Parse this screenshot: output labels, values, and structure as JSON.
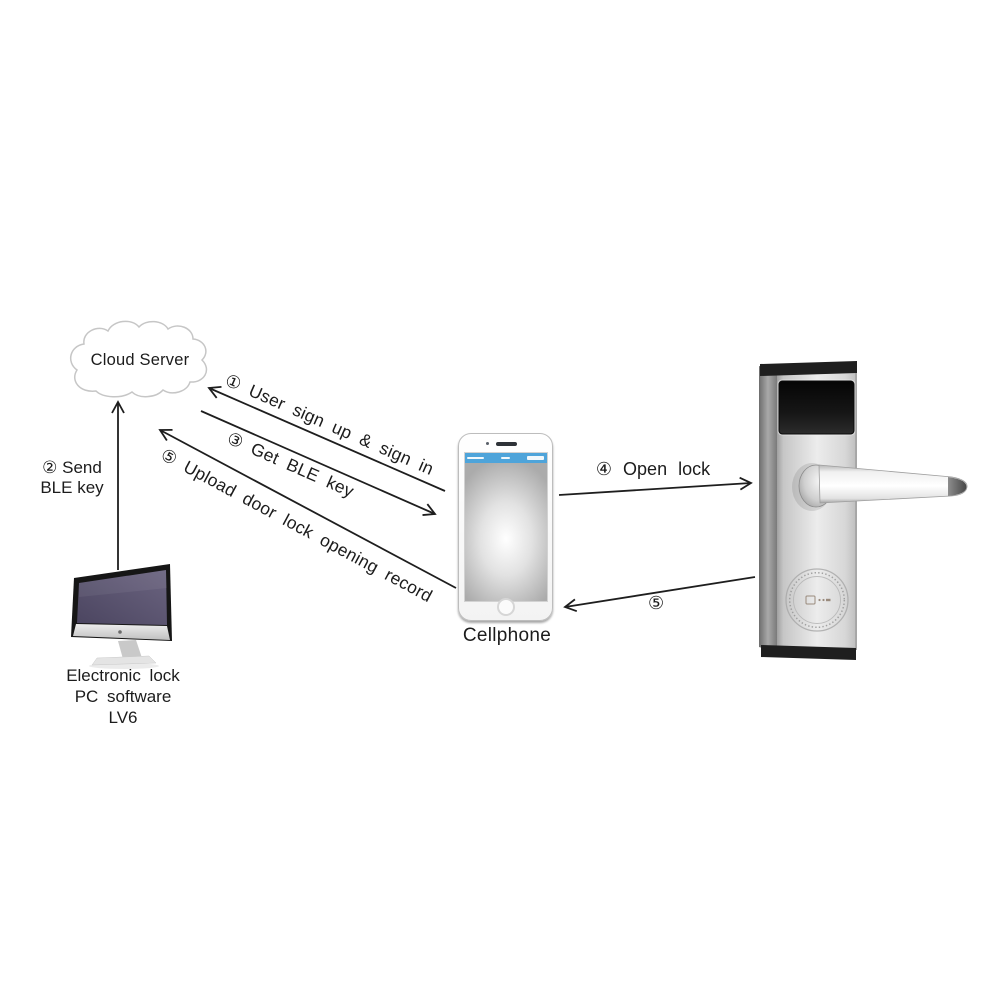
{
  "nodes": {
    "cloud": {
      "label": "Cloud Server"
    },
    "pc": {
      "label_lines": [
        "Electronic lock",
        "PC software",
        "LV6"
      ]
    },
    "phone": {
      "label": "Cellphone"
    },
    "lock": {
      "description": "door-lock-with-lever-handle"
    }
  },
  "flows": {
    "signup": "① User sign up & sign in",
    "send_ble": [
      "② Send",
      "BLE key"
    ],
    "get_ble": "③ Get BLE key",
    "open_lock": "④ Open lock",
    "upload_record": "⑤ Upload door lock opening record",
    "return_step": "⑤"
  },
  "colors": {
    "line": "#1e1e1e",
    "status_bar_blue": "#4ea4da",
    "pc_screen": "#585170",
    "steel": "#d9d9d9"
  }
}
